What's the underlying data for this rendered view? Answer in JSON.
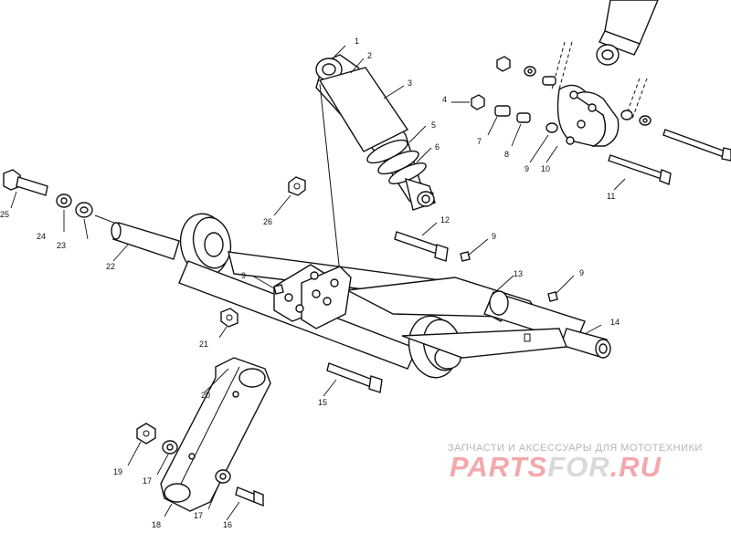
{
  "callouts": [
    "1",
    "2",
    "3",
    "4",
    "5",
    "6",
    "7",
    "8",
    "9",
    "10",
    "11",
    "12",
    "13",
    "14",
    "15",
    "16",
    "17",
    "17",
    "18",
    "19",
    "20",
    "21",
    "22",
    "23",
    "24",
    "25",
    "26",
    "9",
    "9",
    "9"
  ],
  "watermark": {
    "tagline": "ЗАПЧАСТИ И АКСЕССУАРЫ ДЛЯ МОТОТЕХНИКИ",
    "logo_part1": "PARTS",
    "logo_part2": "FOR",
    "logo_part3": ".RU"
  },
  "colors": {
    "line": "#111111",
    "watermark_red": "#f4a8ac",
    "watermark_gray": "#b5b5b5"
  }
}
